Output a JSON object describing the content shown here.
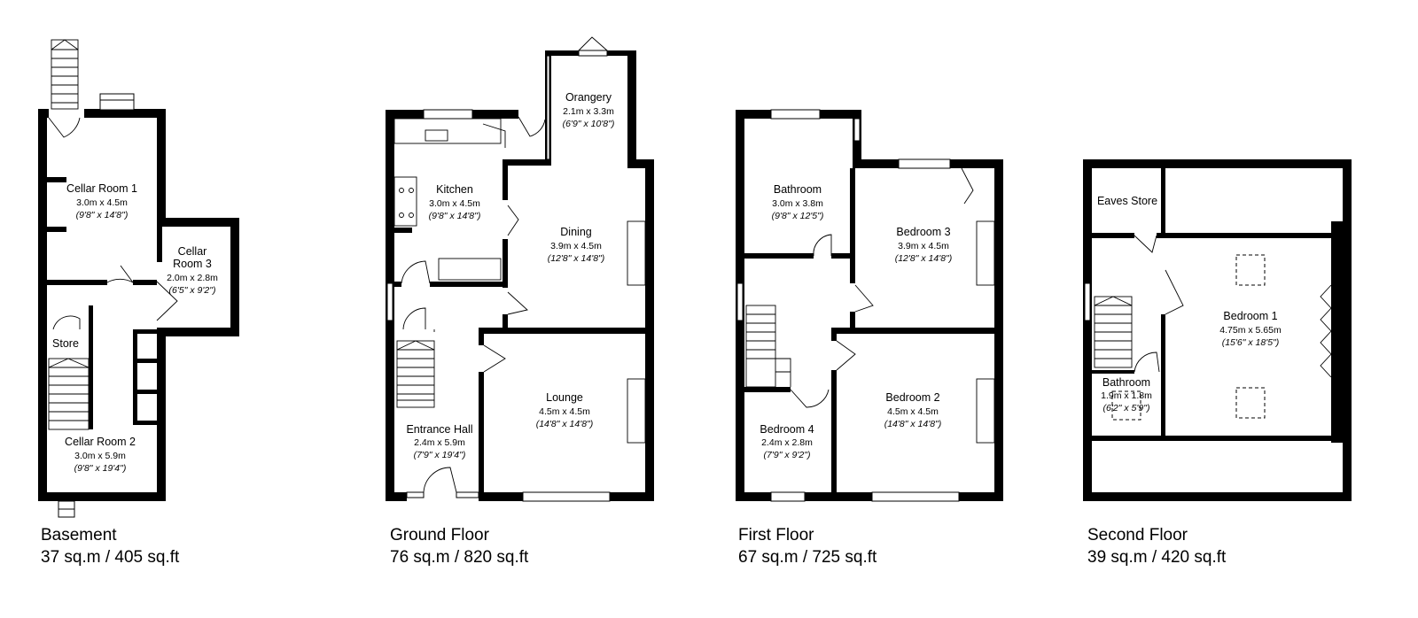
{
  "floors": [
    {
      "name": "Basement",
      "area": "37 sq.m / 405 sq.ft",
      "rooms": [
        {
          "name": "Cellar Room 1",
          "dim_m": "3.0m x 4.5m",
          "dim_ft": "(9'8\" x 14'8\")"
        },
        {
          "name": "Cellar",
          "name2": "Room 3",
          "dim_m": "2.0m x 2.8m",
          "dim_ft": "(6'5\" x 9'2\")"
        },
        {
          "name": "Store"
        },
        {
          "name": "Cellar Room 2",
          "dim_m": "3.0m x 5.9m",
          "dim_ft": "(9'8\" x 19'4\")"
        }
      ]
    },
    {
      "name": "Ground Floor",
      "area": "76 sq.m / 820 sq.ft",
      "rooms": [
        {
          "name": "Orangery",
          "dim_m": "2.1m x 3.3m",
          "dim_ft": "(6'9\" x 10'8\")"
        },
        {
          "name": "Kitchen",
          "dim_m": "3.0m x 4.5m",
          "dim_ft": "(9'8\" x 14'8\")"
        },
        {
          "name": "Dining",
          "dim_m": "3.9m x 4.5m",
          "dim_ft": "(12'8\" x 14'8\")"
        },
        {
          "name": "Lounge",
          "dim_m": "4.5m x 4.5m",
          "dim_ft": "(14'8\" x 14'8\")"
        },
        {
          "name": "Entrance Hall",
          "dim_m": "2.4m x 5.9m",
          "dim_ft": "(7'9\" x 19'4\")"
        }
      ]
    },
    {
      "name": "First Floor",
      "area": "67 sq.m / 725 sq.ft",
      "rooms": [
        {
          "name": "Bathroom",
          "dim_m": "3.0m x 3.8m",
          "dim_ft": "(9'8\" x 12'5\")"
        },
        {
          "name": "Bedroom 3",
          "dim_m": "3.9m x 4.5m",
          "dim_ft": "(12'8\" x 14'8\")"
        },
        {
          "name": "Bedroom 2",
          "dim_m": "4.5m x 4.5m",
          "dim_ft": "(14'8\" x 14'8\")"
        },
        {
          "name": "Bedroom 4",
          "dim_m": "2.4m x 2.8m",
          "dim_ft": "(7'9\" x 9'2\")"
        }
      ]
    },
    {
      "name": "Second Floor",
      "area": "39 sq.m / 420 sq.ft",
      "rooms": [
        {
          "name": "Eaves Store"
        },
        {
          "name": "Bedroom 1",
          "dim_m": "4.75m x 5.65m",
          "dim_ft": "(15'6\" x 18'5\")"
        },
        {
          "name": "Bathroom",
          "dim_m": "1.9m x 1.8m",
          "dim_ft": "(6'2\" x 5'9\")"
        }
      ]
    }
  ]
}
